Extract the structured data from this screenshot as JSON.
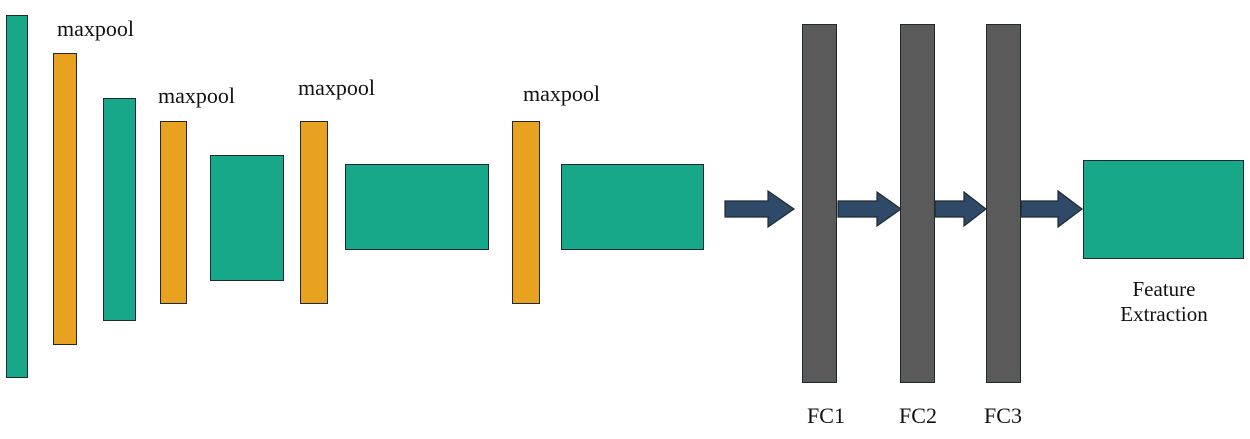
{
  "labels": {
    "maxpool_1": "maxpool",
    "maxpool_2": "maxpool",
    "maxpool_3": "maxpool",
    "maxpool_4": "maxpool",
    "fc1": "FC1",
    "fc2": "FC2",
    "fc3": "FC3",
    "output_line1": "Feature",
    "output_line2": "Extraction"
  },
  "colors": {
    "conv": "#17a88a",
    "pool": "#e8a21f",
    "fully_connected": "#5a5a5a",
    "arrow": "#2f4a68",
    "outline": "#1e2a2e"
  }
}
